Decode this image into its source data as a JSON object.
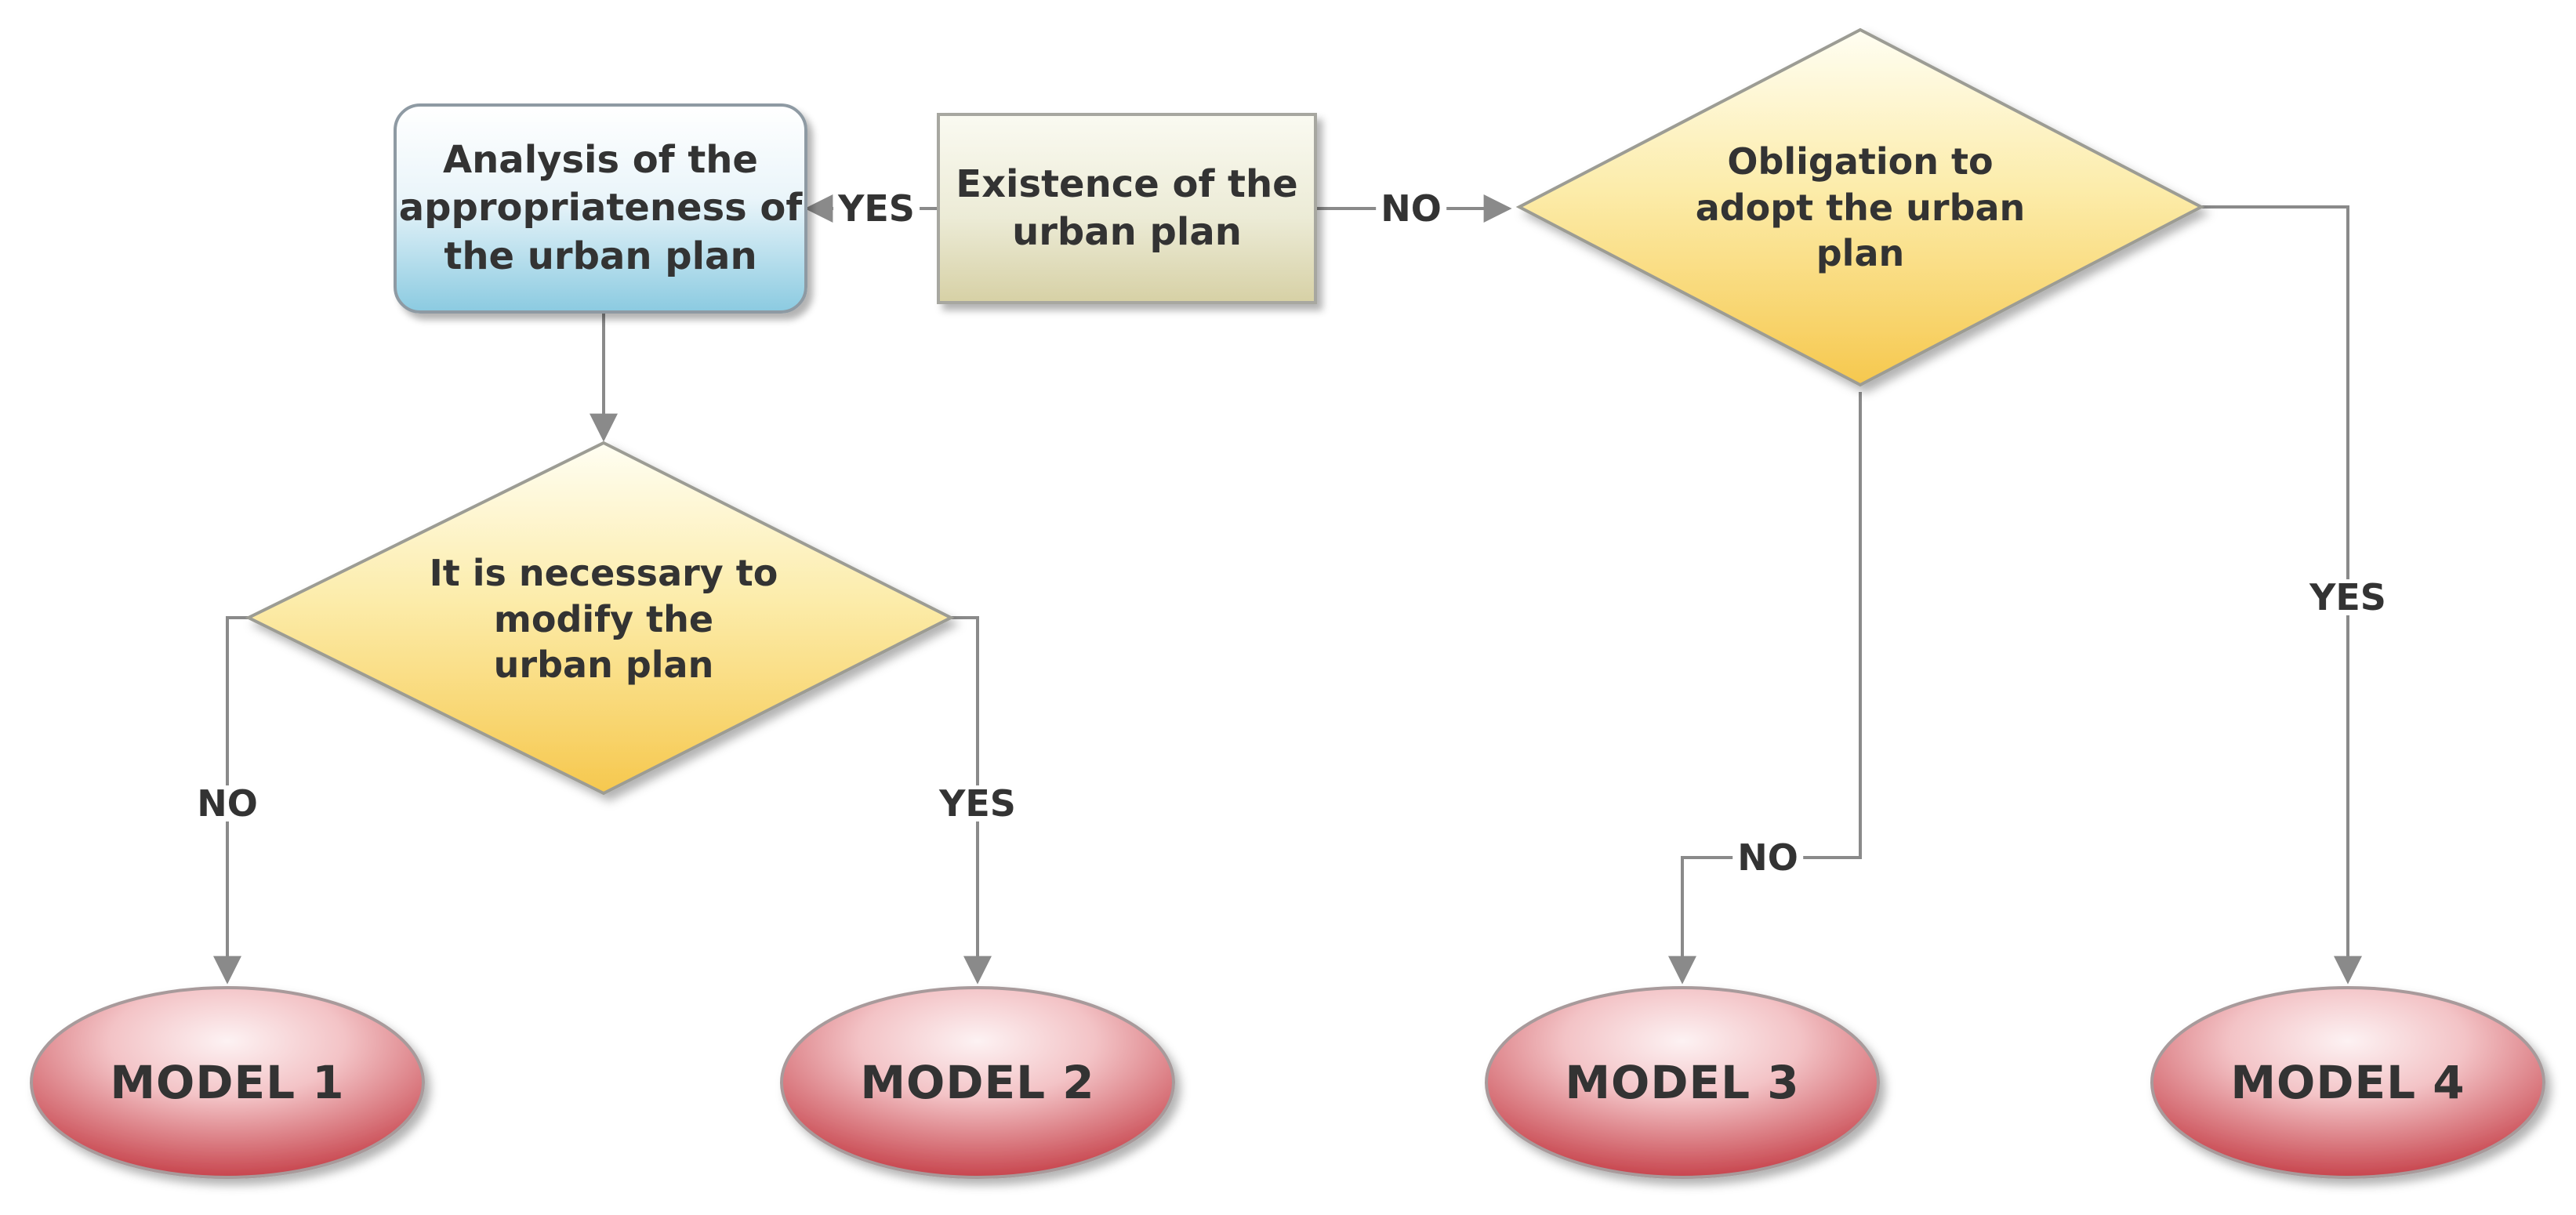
{
  "nodes": {
    "analysis": "Analysis of the\nappropriateness of\nthe urban plan",
    "existence": "Existence of the\nurban plan",
    "obligation": "Obligation to\nadopt the urban\nplan",
    "necessary": "It is necessary to\nmodify the\nurban plan",
    "model1": "MODEL 1",
    "model2": "MODEL 2",
    "model3": "MODEL 3",
    "model4": "MODEL 4"
  },
  "edge_labels": {
    "existence_yes": "YES",
    "existence_no": "NO",
    "necessary_no": "NO",
    "necessary_yes": "YES",
    "obligation_no": "NO",
    "obligation_yes": "YES"
  }
}
